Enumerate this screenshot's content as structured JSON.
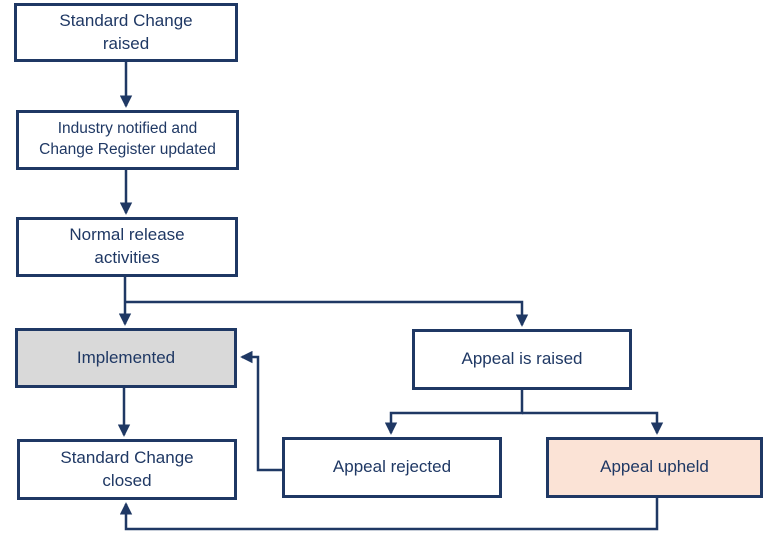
{
  "diagram": {
    "type": "flowchart",
    "nodes": {
      "raised": {
        "label": [
          "Standard Change",
          "raised"
        ]
      },
      "notified": {
        "label": [
          "Industry notified and",
          "Change Register updated"
        ]
      },
      "release": {
        "label": [
          "Normal release",
          "activities"
        ]
      },
      "implemented": {
        "label": [
          "Implemented"
        ]
      },
      "closed": {
        "label": [
          "Standard Change",
          "closed"
        ]
      },
      "appeal_raised": {
        "label": [
          "Appeal is raised"
        ]
      },
      "appeal_rejected": {
        "label": [
          "Appeal rejected"
        ]
      },
      "appeal_upheld": {
        "label": [
          "Appeal upheld"
        ]
      }
    },
    "edges": [
      {
        "from": "raised",
        "to": "notified"
      },
      {
        "from": "notified",
        "to": "release"
      },
      {
        "from": "release",
        "to": "implemented"
      },
      {
        "from": "release",
        "to": "appeal_raised"
      },
      {
        "from": "implemented",
        "to": "closed"
      },
      {
        "from": "appeal_raised",
        "to": "appeal_rejected"
      },
      {
        "from": "appeal_raised",
        "to": "appeal_upheld"
      },
      {
        "from": "appeal_rejected",
        "to": "implemented"
      },
      {
        "from": "appeal_upheld",
        "to": "closed"
      }
    ],
    "colors": {
      "line": "#1f3864",
      "text": "#1f3864",
      "border": "#1f3864",
      "box_fill_default": "#ffffff",
      "box_fill_implemented": "#d9d9d9",
      "box_fill_appeal_upheld": "#fbe3d6",
      "background": "#ffffff"
    }
  }
}
